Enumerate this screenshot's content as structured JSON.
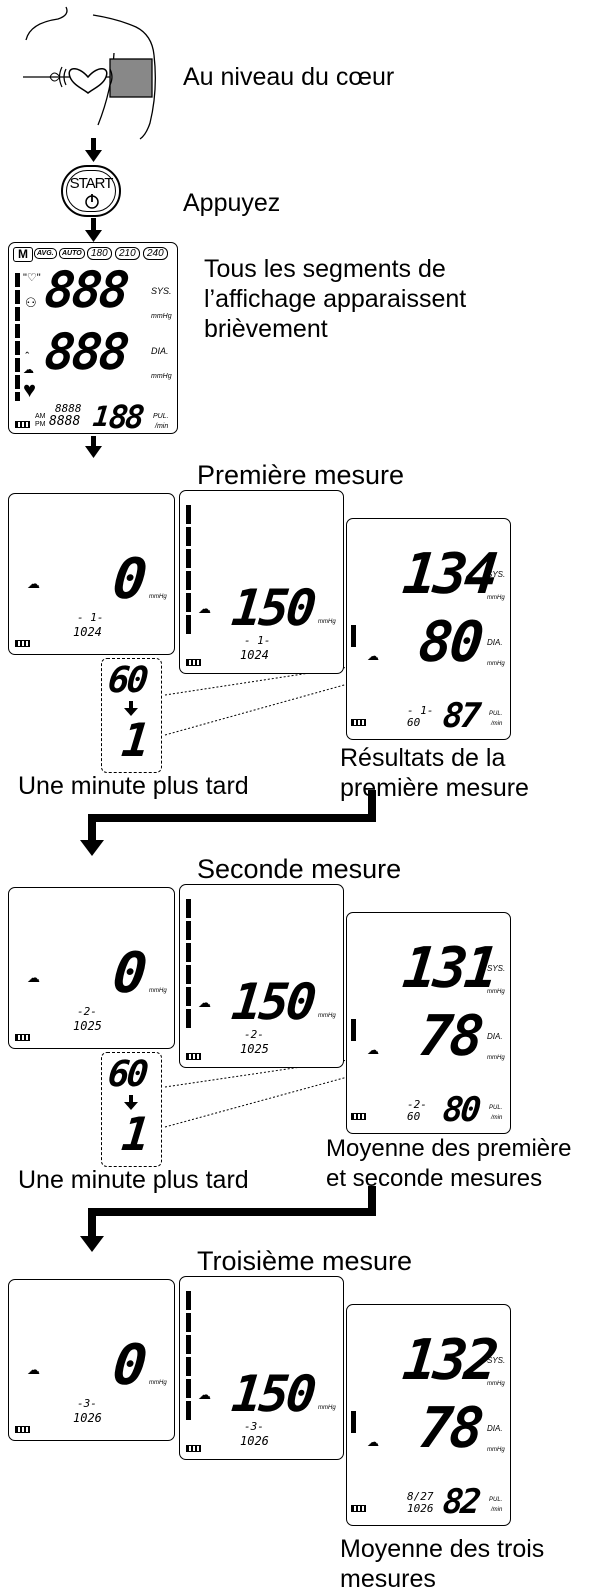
{
  "steps": {
    "heart_level": "Au niveau du cœur",
    "press": "Appuyez",
    "all_segments": "Tous les segments de l’affichage apparaissent brièvement"
  },
  "start_button_label": "START",
  "full_display": {
    "mode_icons": [
      "AVG.",
      "AUTO",
      "180",
      "210",
      "240"
    ],
    "sys_digits": "888",
    "dia_digits": "888",
    "pulse_digits": "88",
    "date_digits": "8888",
    "time_digits": "8888",
    "pulse_lead": "1",
    "am": "AM",
    "pm": "PM",
    "sys_label": "SYS.",
    "dia_label": "DIA.",
    "pul_label": "PUL.",
    "mmhg": "mmHg",
    "per_min": "/min"
  },
  "sections": [
    {
      "title": "Première mesure",
      "screen_start": {
        "value": "0",
        "unit": "mmHg",
        "cycle": "- 1-",
        "time": "1024"
      },
      "screen_inflate": {
        "value": "150",
        "unit": "mmHg",
        "cycle": "- 1-",
        "time": "1024"
      },
      "screen_result": {
        "sys": "134",
        "dia": "80",
        "pulse": "87",
        "line1": "- 1-",
        "line2": "60",
        "sys_label": "SYS.",
        "dia_label": "DIA.",
        "pul_label": "PUL.",
        "mmhg": "mmHg",
        "per_min": "/min"
      },
      "countdown": {
        "from": "60",
        "to": "1"
      },
      "result_caption": "Résultats de la première mesure",
      "wait_caption": "Une minute plus tard"
    },
    {
      "title": "Seconde mesure",
      "screen_start": {
        "value": "0",
        "unit": "mmHg",
        "cycle": "-2-",
        "time": "1025"
      },
      "screen_inflate": {
        "value": "150",
        "unit": "mmHg",
        "cycle": "-2-",
        "time": "1025"
      },
      "screen_result": {
        "sys": "131",
        "dia": "78",
        "pulse": "80",
        "line1": "-2-",
        "line2": "60",
        "sys_label": "SYS.",
        "dia_label": "DIA.",
        "pul_label": "PUL.",
        "mmhg": "mmHg",
        "per_min": "/min"
      },
      "countdown": {
        "from": "60",
        "to": "1"
      },
      "result_caption": "Moyenne des première et seconde mesures",
      "wait_caption": "Une minute plus tard"
    },
    {
      "title": "Troisième mesure",
      "screen_start": {
        "value": "0",
        "unit": "mmHg",
        "cycle": "-3-",
        "time": "1026"
      },
      "screen_inflate": {
        "value": "150",
        "unit": "mmHg",
        "cycle": "-3-",
        "time": "1026"
      },
      "screen_result": {
        "sys": "132",
        "dia": "78",
        "pulse": "82",
        "line1": "8/27",
        "line2": "1026",
        "sys_label": "SYS.",
        "dia_label": "DIA.",
        "pul_label": "PUL.",
        "mmhg": "mmHg",
        "per_min": "/min"
      },
      "result_caption": "Moyenne des trois mesures"
    }
  ]
}
